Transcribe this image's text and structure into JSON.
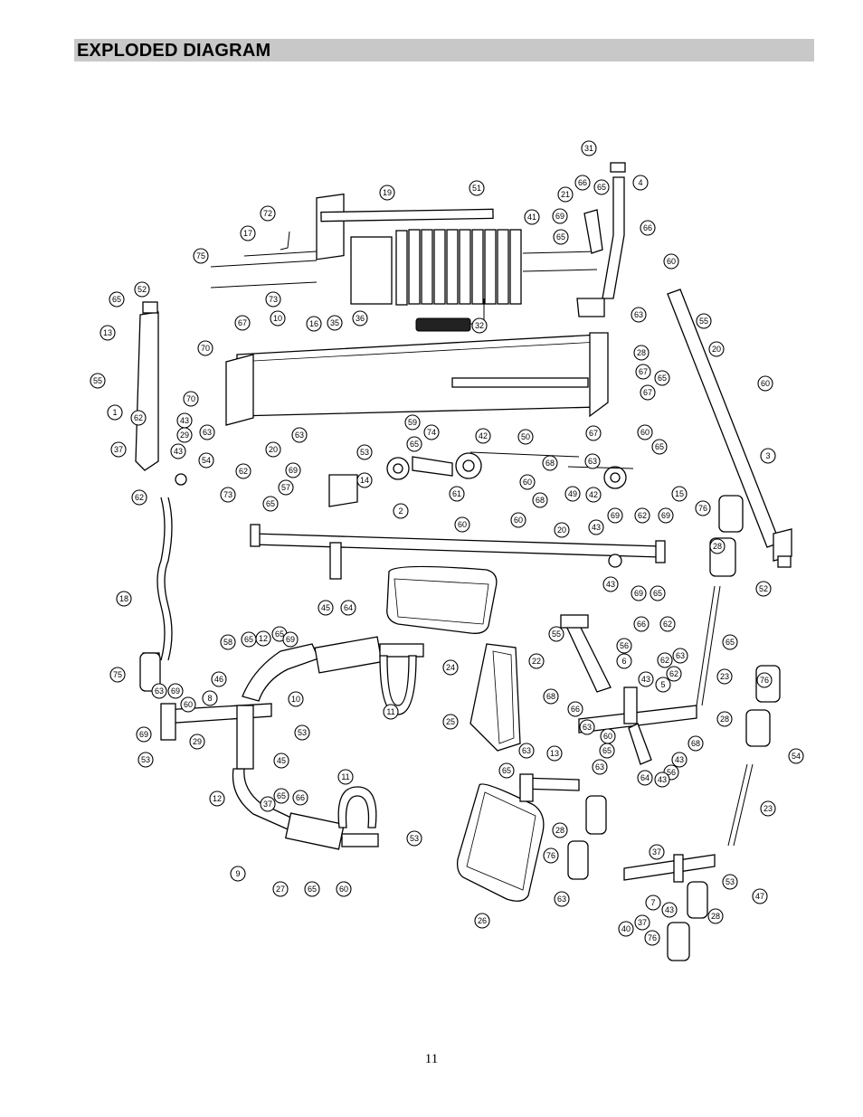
{
  "header": {
    "title": "EXPLODED DIAGRAM"
  },
  "footer": {
    "page_number": "11"
  },
  "diagram": {
    "callouts": [
      "31",
      "4",
      "66",
      "65",
      "21",
      "69",
      "51",
      "19",
      "72",
      "17",
      "75",
      "41",
      "65",
      "66",
      "60",
      "52",
      "65",
      "13",
      "73",
      "10",
      "67",
      "63",
      "35",
      "36",
      "32",
      "16",
      "63",
      "55",
      "70",
      "28",
      "65",
      "55",
      "67",
      "65",
      "20",
      "1",
      "62",
      "70",
      "60",
      "67",
      "37",
      "43",
      "63",
      "29",
      "63",
      "59",
      "74",
      "65",
      "42",
      "50",
      "67",
      "20",
      "3",
      "43",
      "62",
      "54",
      "53",
      "73",
      "69",
      "14",
      "57",
      "63",
      "61",
      "60",
      "60",
      "62",
      "68",
      "65",
      "49",
      "42",
      "69",
      "62",
      "15",
      "60",
      "69",
      "76",
      "2",
      "68",
      "60",
      "20",
      "43",
      "65",
      "43",
      "28",
      "69",
      "65",
      "52",
      "45",
      "64",
      "24",
      "18",
      "66",
      "62",
      "55",
      "56",
      "65",
      "6",
      "62",
      "75",
      "58",
      "65",
      "12",
      "65",
      "63",
      "69",
      "46",
      "22",
      "43",
      "62",
      "23",
      "76",
      "63",
      "69",
      "8",
      "60",
      "68",
      "5",
      "11",
      "10",
      "25",
      "28",
      "66",
      "69",
      "29",
      "53",
      "63",
      "60",
      "65",
      "43",
      "54",
      "53",
      "45",
      "63",
      "68",
      "12",
      "13",
      "63",
      "65",
      "56",
      "64",
      "43",
      "23",
      "11",
      "65",
      "37",
      "28",
      "66",
      "53",
      "9",
      "27",
      "65",
      "60",
      "76",
      "37",
      "53",
      "63",
      "47",
      "26",
      "7",
      "40",
      "37",
      "43",
      "28",
      "76"
    ]
  }
}
